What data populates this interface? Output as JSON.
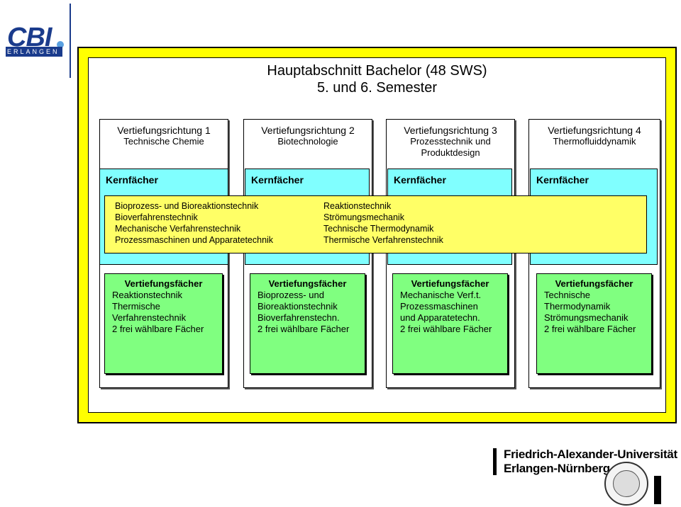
{
  "logo": {
    "brand": "CBI",
    "city": "ERLANGEN"
  },
  "title": {
    "line1": "Hauptabschnitt  Bachelor (48 SWS)",
    "line2": "5. und 6. Semester"
  },
  "columns": [
    {
      "head": "Vertiefungsrichtung 1",
      "sub": "Technische Chemie",
      "kern": "Kernfächer",
      "vert_title": "Vertiefungsfächer",
      "vert_items": [
        "Reaktionstechnik",
        "Thermische",
        "Verfahrenstechnik",
        "2 frei wählbare Fächer"
      ]
    },
    {
      "head": "Vertiefungsrichtung 2",
      "sub": "Biotechnologie",
      "kern": "Kernfächer",
      "vert_title": "Vertiefungsfächer",
      "vert_items": [
        "Bioprozess- und",
        "Bioreaktionstechnik",
        "Bioverfahrenstechn.",
        "2 frei wählbare Fächer"
      ]
    },
    {
      "head": "Vertiefungsrichtung 3",
      "sub": "Prozesstechnik und Produktdesign",
      "kern": "Kernfächer",
      "vert_title": "Vertiefungsfächer",
      "vert_items": [
        "Mechanische Verf.t.",
        "Prozessmaschinen",
        "und Apparatetechn.",
        "2 frei wählbare Fächer"
      ]
    },
    {
      "head": "Vertiefungsrichtung 4",
      "sub": "Thermofluiddynamik",
      "kern": "Kernfächer",
      "vert_title": "Vertiefungsfächer",
      "vert_items": [
        "Technische",
        "Thermodynamik",
        "Strömungsmechanik",
        "2 frei wählbare Fächer"
      ]
    }
  ],
  "kern_list_left": [
    "Bioprozess- und Bioreaktionstechnik",
    "Bioverfahrenstechnik",
    "Mechanische Verfahrenstechnik",
    "Prozessmaschinen und Apparatetechnik"
  ],
  "kern_list_right": [
    "Reaktionstechnik",
    "Strömungsmechanik",
    "Technische Thermodynamik",
    "Thermische Verfahrenstechnik"
  ],
  "university": {
    "line1": "Friedrich-Alexander-Universität",
    "line2": "Erlangen-Nürnberg"
  },
  "colors": {
    "frame": "#ffff00",
    "band": "#ffff66",
    "kern": "#80ffff",
    "vertiefung": "#80ff80",
    "brand": "#1a3b8c"
  }
}
